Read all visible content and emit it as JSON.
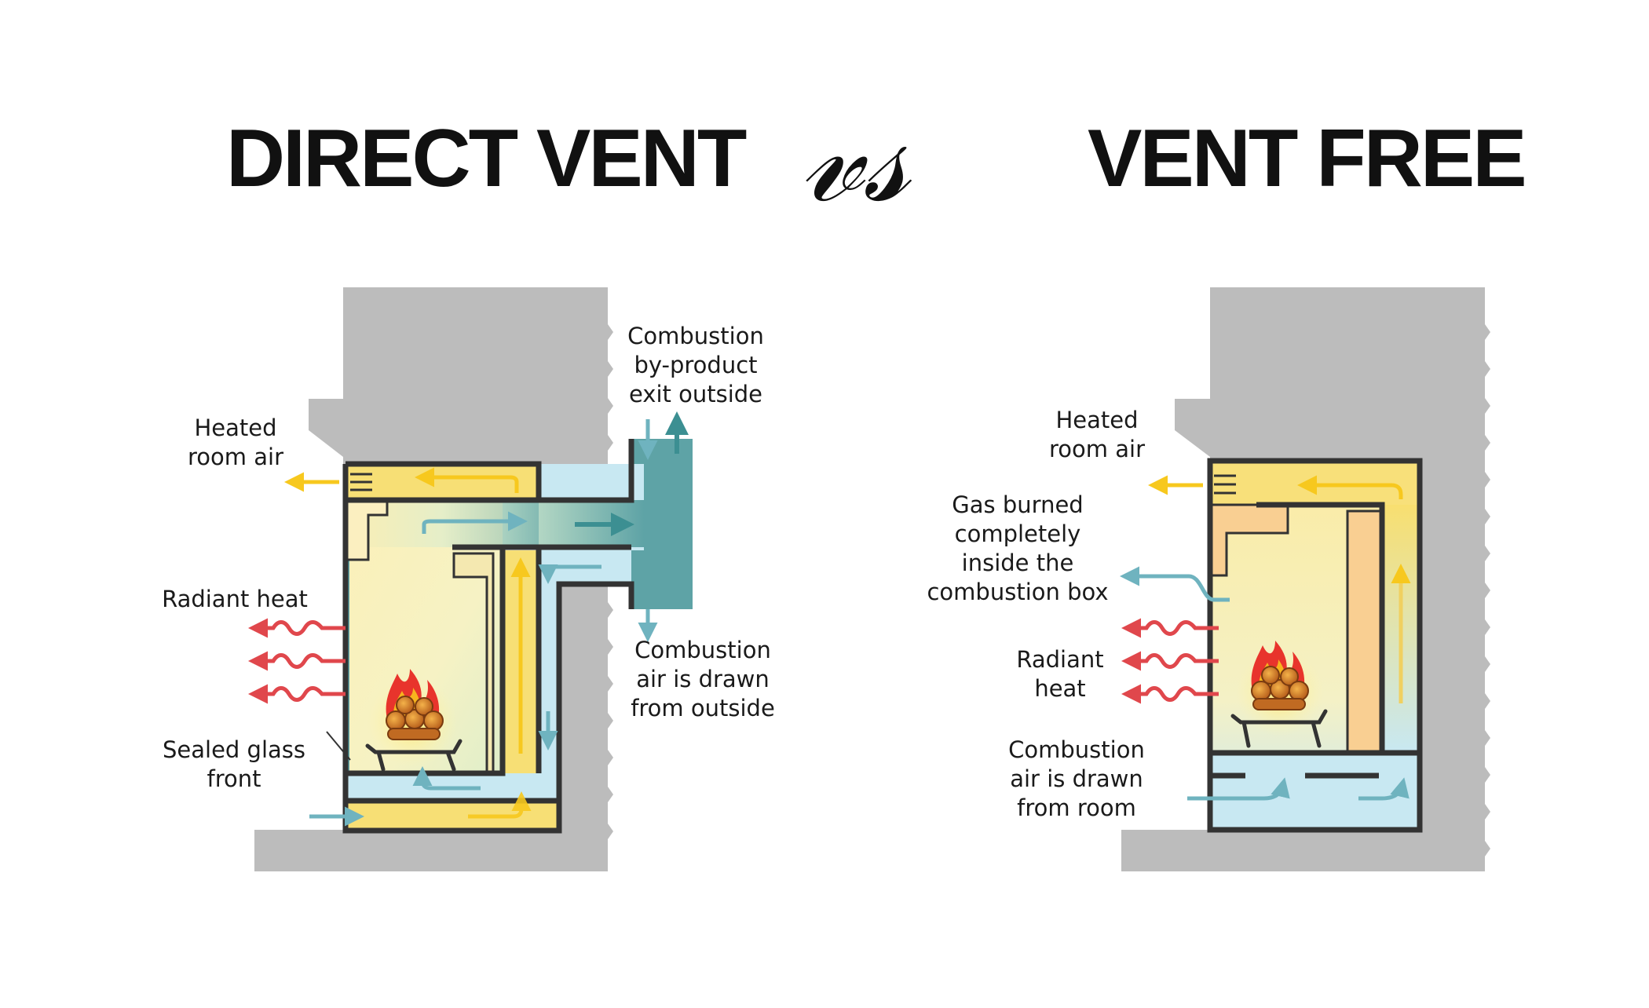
{
  "titles": {
    "left": "DIRECT VENT",
    "vs": "VS",
    "right": "VENT FREE"
  },
  "direct_vent": {
    "labels": {
      "heated_room_air": "Heated\nroom air",
      "radiant_heat": "Radiant heat",
      "sealed_glass_front": "Sealed glass\nfront",
      "combustion_exit": "Combustion\nby-product\nexit outside",
      "combustion_air_outside": "Combustion\nair is drawn\nfrom outside"
    }
  },
  "vent_free": {
    "labels": {
      "heated_room_air": "Heated\nroom air",
      "gas_burned": "Gas burned\ncompletely\ninside the\ncombustion box",
      "radiant_heat": "Radiant\nheat",
      "combustion_air_room": "Combustion\nair is drawn\nfrom room"
    }
  },
  "colors": {
    "wall": "#bcbcbc",
    "warm_air": "#f7df75",
    "cool_air": "#c8e8f2",
    "vent_pipe": "#5ea3a6",
    "heated_air_arrow": "#f7c81e",
    "radiant_heat_arrow": "#e0474c",
    "combustion_air_arrow": "#6fb3bf",
    "outline": "#333333"
  }
}
